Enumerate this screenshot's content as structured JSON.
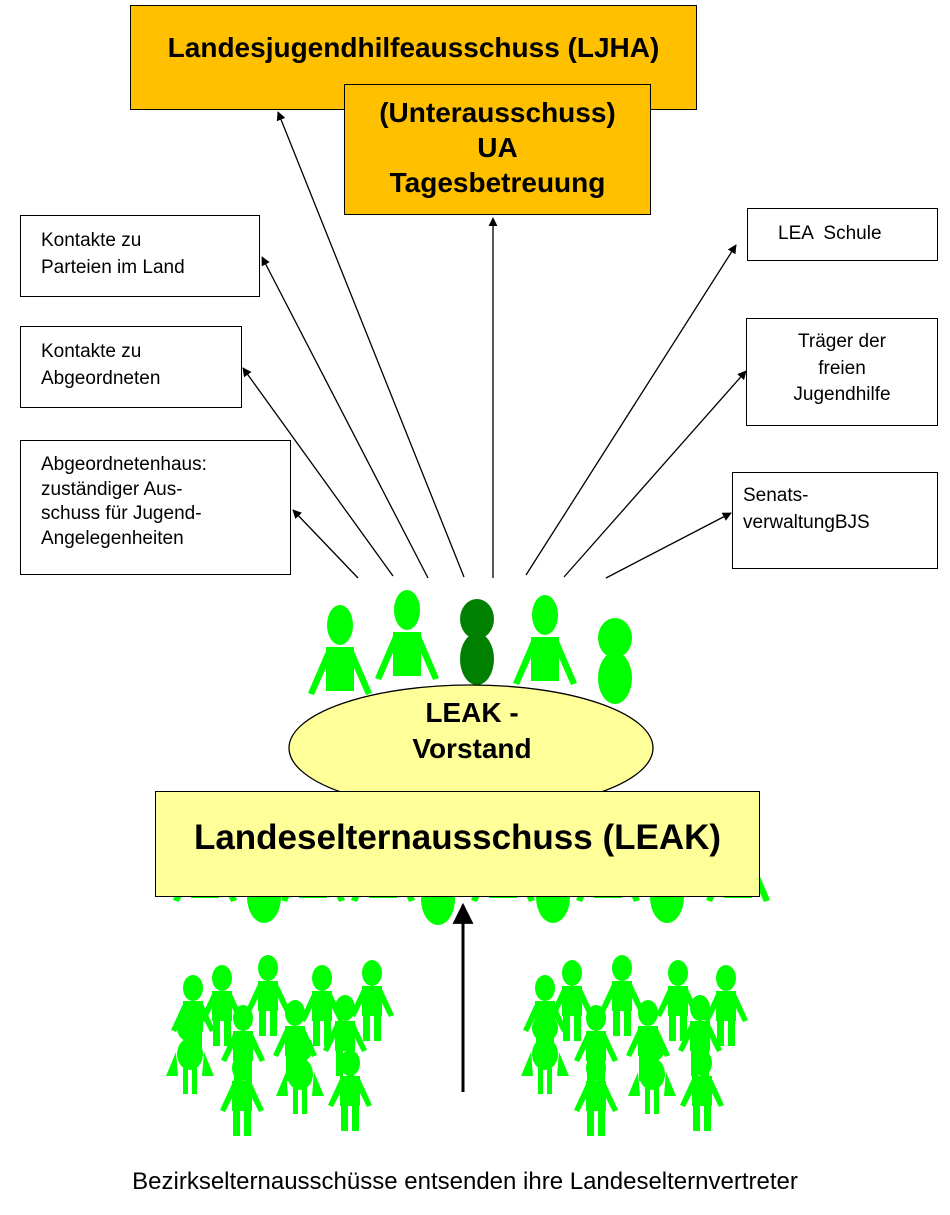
{
  "ljha": {
    "label": "Landesjugendhilfeausschuss (LJHA)"
  },
  "ua": {
    "lines": [
      "(Unterausschuss)",
      "UA",
      "Tagesbetreuung"
    ]
  },
  "left_boxes": {
    "parteien": [
      "Kontakte",
      "zu",
      "Parteien im Land"
    ],
    "abgeordnete": [
      "Kontakte zu",
      "Abgeordneten"
    ],
    "haus": [
      "Abgeordnetenhaus:",
      "zuständiger Aus-",
      "schuss für Jugend-",
      "Angelegenheiten"
    ]
  },
  "right_boxes": {
    "lea": "LEA  Schule",
    "traeger": [
      "Träger der",
      "freien",
      "Jugendhilfe"
    ],
    "senat": [
      "Senats-",
      "verwaltungBJS"
    ]
  },
  "vorstand": {
    "lines": [
      "LEAK -",
      "Vorstand"
    ]
  },
  "leak": {
    "label": "Landeselternausschuss (LEAK)"
  },
  "caption": "Bezirkselternausschüsse entsenden ihre Landeselternvertreter",
  "colors": {
    "committee_fill": "#FFC000",
    "leak_fill": "#FFFF99",
    "person_green": "#00FF00",
    "person_dark_green": "#008000",
    "arrow": "#000000"
  },
  "icons": {
    "people": "stick-figure-icon",
    "arrows": "arrow-icon"
  }
}
